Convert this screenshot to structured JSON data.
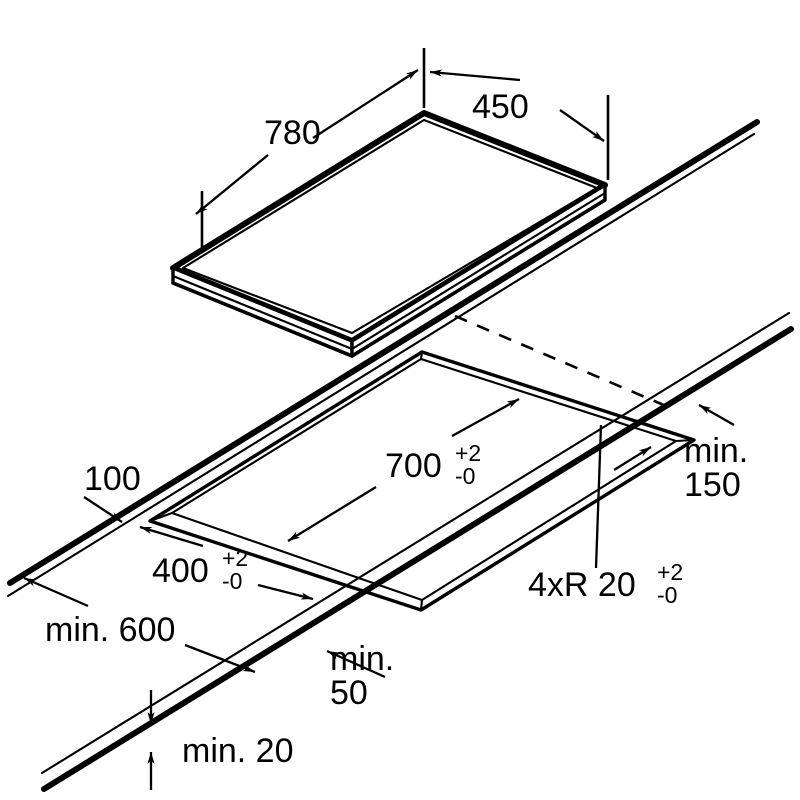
{
  "drawing": {
    "title": "Hob installation cut-out dimensions",
    "units": "mm",
    "line_color": "#000000",
    "background_color": "#ffffff"
  },
  "appliance": {
    "name": "hob-plate",
    "width_label": "780",
    "depth_label": "450"
  },
  "cutout": {
    "name": "worktop-cutout",
    "length_value": "700",
    "length_tol_upper": "+2",
    "length_tol_lower": "-0",
    "width_value": "400",
    "width_tol_upper": "+2",
    "width_tol_lower": "-0",
    "corner_radius_label": "4xR 20",
    "corner_radius_tol_upper": "+2",
    "corner_radius_tol_lower": "-0"
  },
  "clearances": {
    "front_edge_to_cutout": "100",
    "rear_wall": "min. 150",
    "side_clearance": "min.",
    "side_clearance_value": "50",
    "worktop_depth": "min. 600",
    "worktop_thickness": "min. 20"
  },
  "labels": {
    "depth_780": "780",
    "width_450": "450",
    "front_100": "100",
    "cutout_700": "700",
    "cutout_400": "400",
    "radius": "4xR 20",
    "tol_plus2": "+2",
    "tol_minus0": "-0",
    "min_150_line1": "min.",
    "min_150_line2": "150",
    "min_50_line1": "min.",
    "min_50_line2": "50",
    "min_600": "min. 600",
    "min_20": "min. 20"
  }
}
